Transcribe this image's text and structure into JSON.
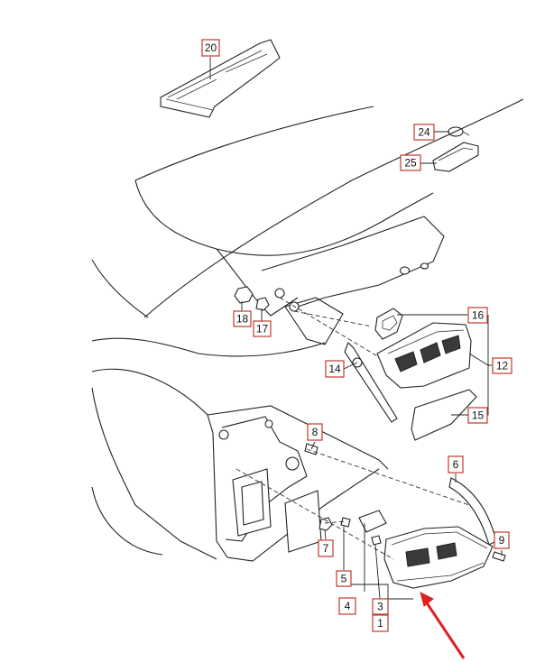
{
  "diagram": {
    "callouts": [
      {
        "id": "c20",
        "label": "20"
      },
      {
        "id": "c24",
        "label": "24"
      },
      {
        "id": "c25",
        "label": "25"
      },
      {
        "id": "c16",
        "label": "16"
      },
      {
        "id": "c18",
        "label": "18"
      },
      {
        "id": "c17",
        "label": "17"
      },
      {
        "id": "c12",
        "label": "12"
      },
      {
        "id": "c14",
        "label": "14"
      },
      {
        "id": "c15",
        "label": "15"
      },
      {
        "id": "c8",
        "label": "8"
      },
      {
        "id": "c6",
        "label": "6"
      },
      {
        "id": "c9",
        "label": "9"
      },
      {
        "id": "c7",
        "label": "7"
      },
      {
        "id": "c5",
        "label": "5"
      },
      {
        "id": "c4",
        "label": "4"
      },
      {
        "id": "c3",
        "label": "3"
      },
      {
        "id": "c1",
        "label": "1"
      }
    ],
    "highlight_arrow_color": "#e02020",
    "callout_border_color": "#c0392b"
  }
}
